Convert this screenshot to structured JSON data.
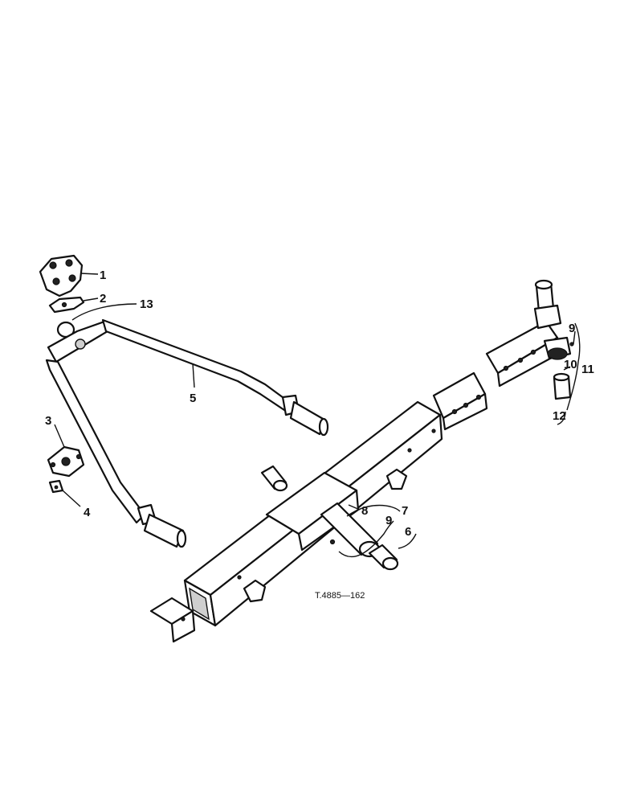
{
  "callouts": {
    "c1": "1",
    "c2": "2",
    "c3": "3",
    "c4": "4",
    "c5": "5",
    "c6": "6",
    "c7": "7",
    "c8": "8",
    "c9a": "9",
    "c9b": "9",
    "c10": "10",
    "c11": "11",
    "c12": "12",
    "c13": "13"
  },
  "reference_code": "T.4885—162"
}
